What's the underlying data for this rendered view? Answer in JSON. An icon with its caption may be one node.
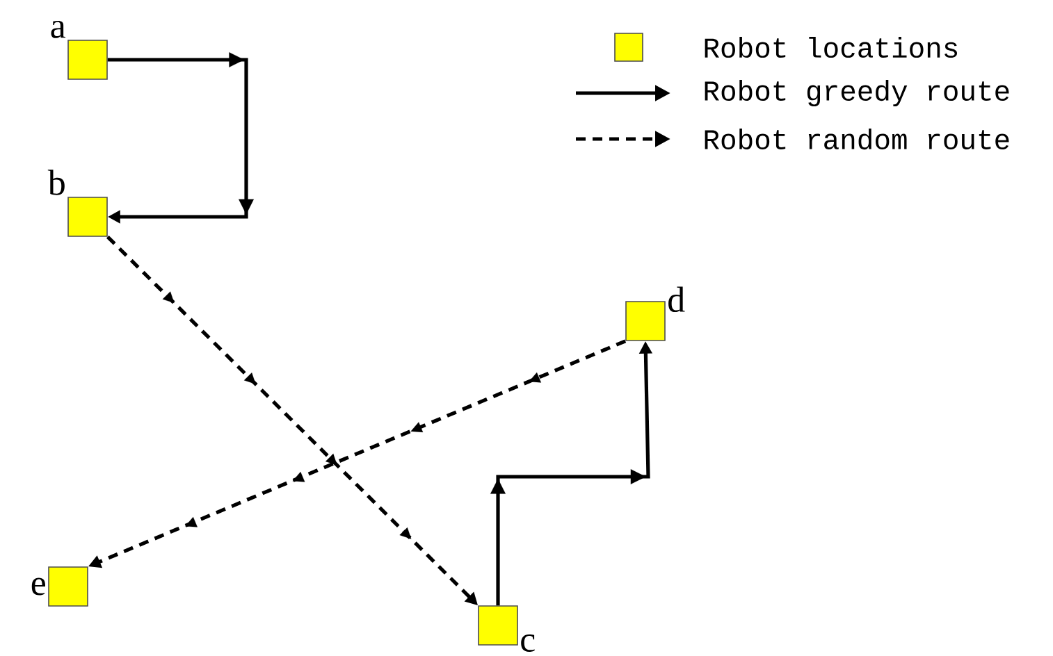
{
  "diagram": {
    "nodes": [
      {
        "text": [
          "a"
        ]
      },
      {
        "text": [
          "b"
        ]
      },
      {
        "text": [
          "c"
        ]
      },
      {
        "text": [
          "d"
        ]
      },
      {
        "text": [
          "e"
        ]
      }
    ],
    "edges": [
      {
        "from": 0,
        "to": 1,
        "arrow": "to"
      },
      {
        "from": 1,
        "to": 2,
        "arrow": "to",
        "style": "dashed"
      },
      {
        "from": 2,
        "to": 3,
        "arrow": "to"
      },
      {
        "from": 3,
        "to": 4,
        "arrow": "to",
        "style": "dashed"
      }
    ],
    "legend": [
      {
        "text": "Robot locations",
        "color": "#ffff00"
      },
      {
        "text": "Robot greedy route"
      },
      {
        "text": "Robot random route"
      }
    ]
  }
}
